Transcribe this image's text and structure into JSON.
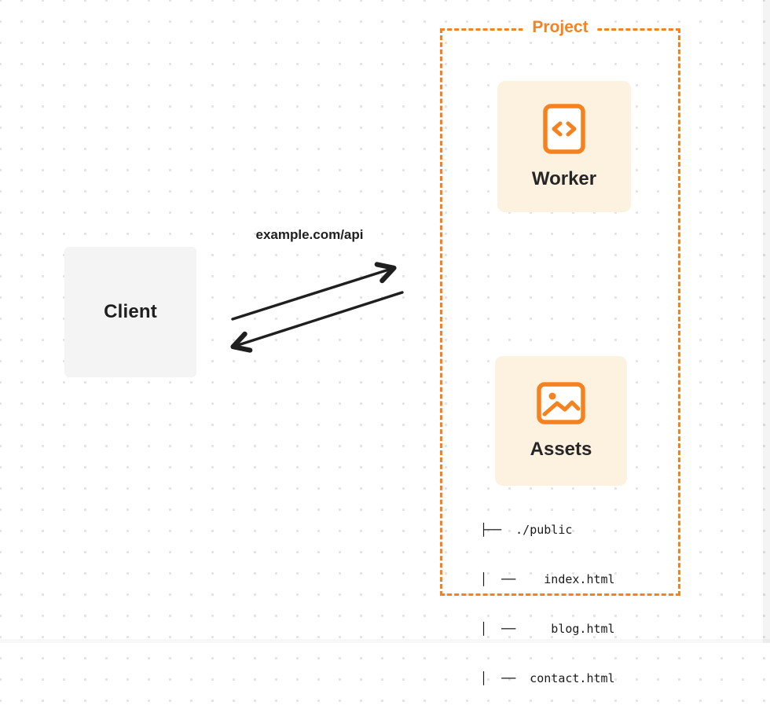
{
  "client": {
    "label": "Client"
  },
  "request": {
    "label": "example.com/api"
  },
  "project": {
    "title": "Project",
    "worker": {
      "label": "Worker",
      "icon": "code-file-icon"
    },
    "assets": {
      "label": "Assets",
      "icon": "image-icon"
    },
    "file_tree": {
      "lines": [
        "├──  ./public",
        "│  ──    index.html",
        "│  ──     blog.html",
        "│  ──  contact.html"
      ]
    }
  },
  "colors": {
    "accent_orange": "#f6821f",
    "card_background": "#fdf1e0",
    "client_background": "#f4f4f5",
    "text": "#1f1f1f",
    "dot_grid": "#e2e2e2",
    "background": "#ffffff"
  }
}
